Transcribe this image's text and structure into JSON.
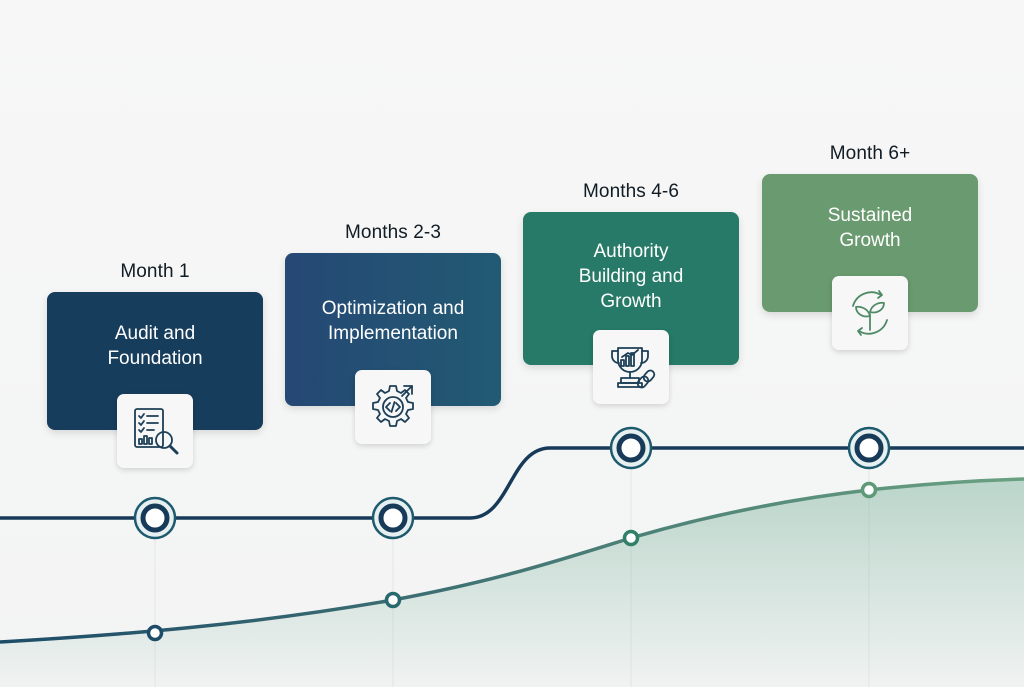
{
  "phases": [
    {
      "period": "Month 1",
      "title": "Audit and\nFoundation",
      "icon": "audit-report-magnifier-icon",
      "color": "#173d5c"
    },
    {
      "period": "Months 2-3",
      "title": "Optimization and\nImplementation",
      "icon": "gear-code-icon",
      "color": "#234f73"
    },
    {
      "period": "Months 4-6",
      "title": "Authority\nBuilding and\nGrowth",
      "icon": "trophy-link-icon",
      "color": "#267a67"
    },
    {
      "period": "Month 6+",
      "title": "Sustained\nGrowth",
      "icon": "sprout-cycle-icon",
      "color": "#6a9a6f"
    }
  ],
  "colors": {
    "navy_line": "#163a58",
    "green_curve": "#2f7f69",
    "area_fill": "#4f9a7b"
  }
}
